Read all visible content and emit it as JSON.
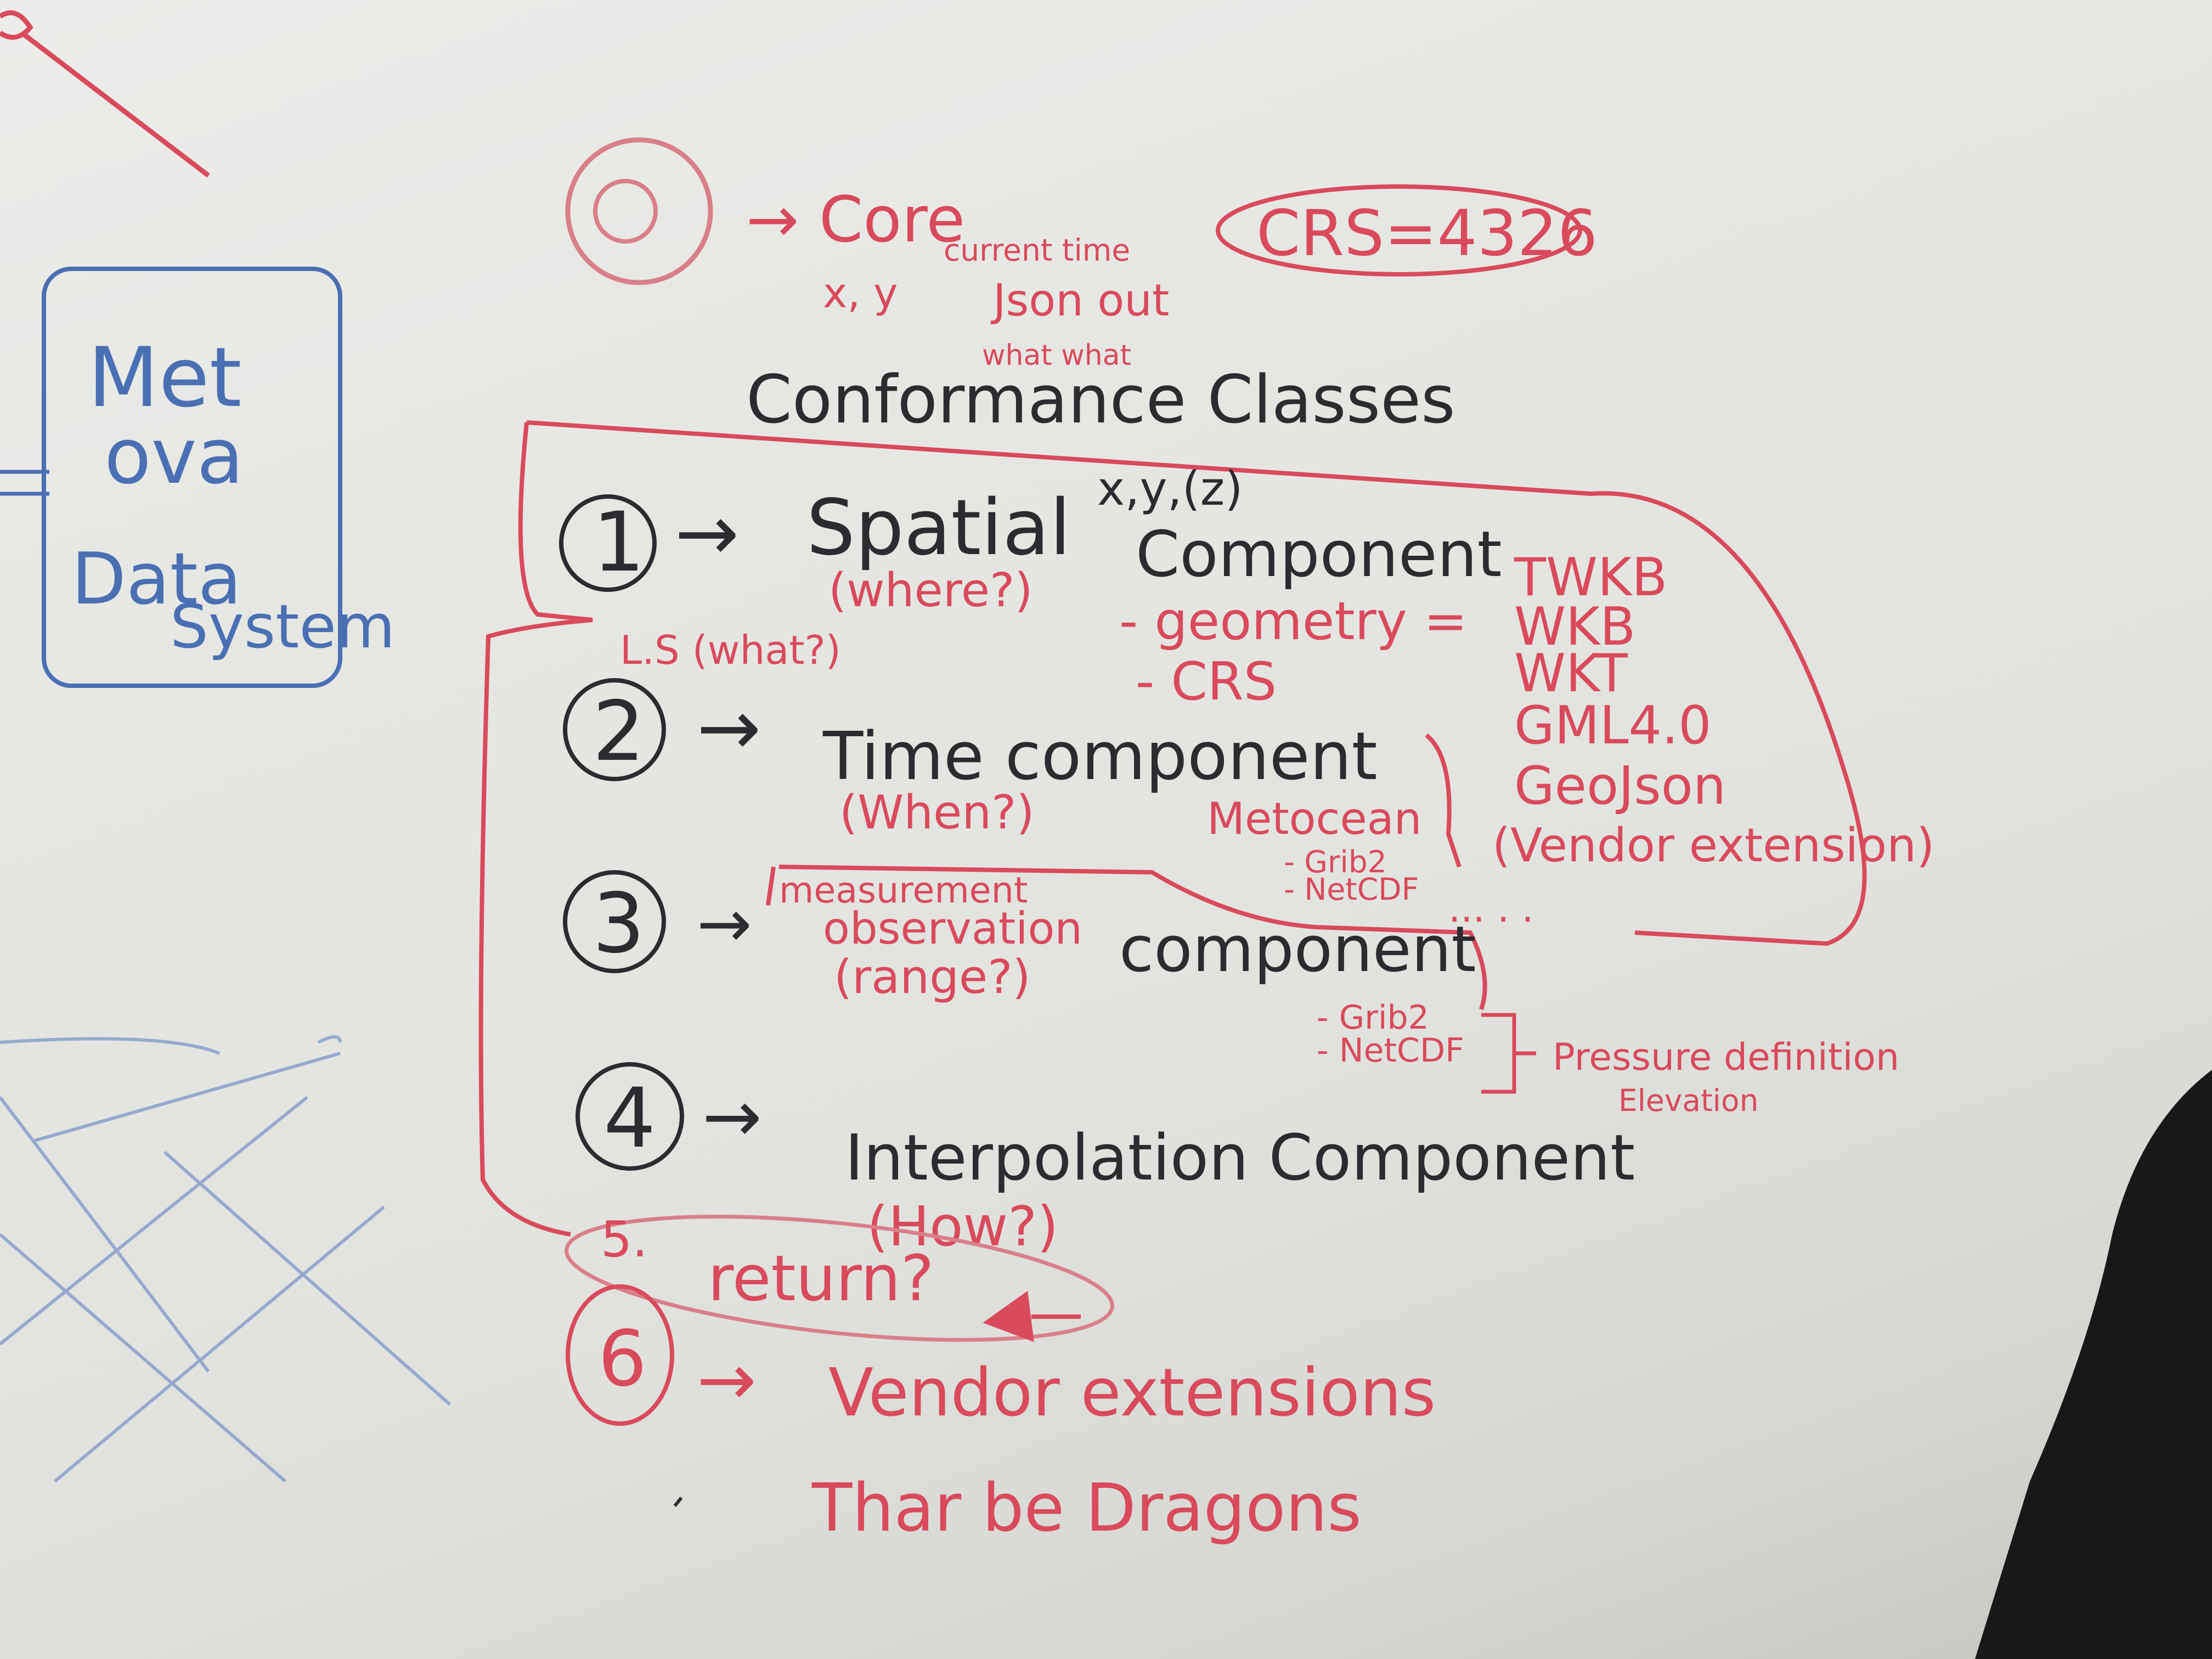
{
  "whiteboard": {
    "left_box": {
      "line1": "Met",
      "line2": "ova",
      "line3": "Data",
      "line4": "System"
    },
    "item0": {
      "number": "0",
      "label": "→ Core",
      "note_current_time": "current time",
      "note_xy": "x, y",
      "note_json": "Json out",
      "note_what": "what what",
      "crs": "CRS=4326"
    },
    "heading": "Conformance Classes",
    "item1": {
      "number": "1",
      "arrow": "→",
      "label": "Spatial",
      "xyz": "x,y,(z)",
      "component": "Component",
      "question": "(where?)",
      "subnote": "L.S (what?)",
      "geometry": "- geometry =",
      "crs": "- CRS",
      "formats": [
        "TWKB",
        "WKB",
        "WKT",
        "GML4.0",
        "GeoJson",
        "(Vendor extension)"
      ]
    },
    "item2": {
      "number": "2",
      "arrow": "→",
      "label": "Time component",
      "question": "(When?)",
      "metocean": "Metocean",
      "metocean_items": [
        "- Grib2",
        "- NetCDF"
      ],
      "dots": "...  .  ."
    },
    "item3": {
      "number": "3",
      "arrow": "→",
      "measurement": "measurement",
      "observation": "observation",
      "component": "component",
      "question": "(range?)",
      "formats": [
        "- Grib2",
        "- NetCDF"
      ],
      "bracket_note": "Pressure definition",
      "bracket_note2": "Elevation"
    },
    "item4": {
      "number": "4",
      "arrow": "→",
      "label": "Interpolation Component",
      "question": "(How?)"
    },
    "item5": {
      "number": "5.",
      "label": "return?"
    },
    "item6": {
      "number": "6",
      "arrow": "→",
      "label": "Vendor extensions",
      "footer": "Thar be Dragons"
    }
  }
}
